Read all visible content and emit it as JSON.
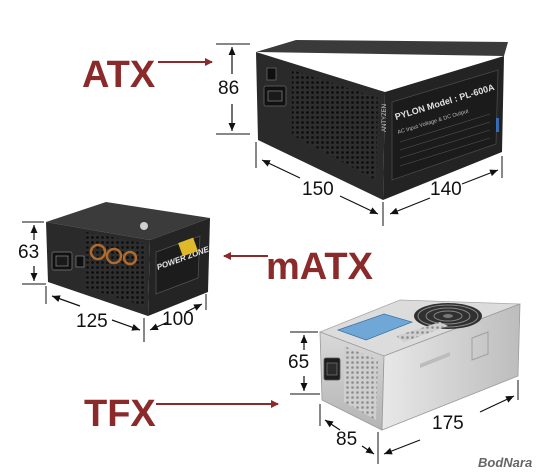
{
  "colors": {
    "label_color": "#8b2a2a",
    "arrow_color": "#8b2a2a",
    "psu_black": "#2b2b2b",
    "psu_silver": "#c9c9c9"
  },
  "units": [
    {
      "type": "ATX",
      "dimensions": {
        "height": "86",
        "width": "150",
        "depth": "140"
      },
      "model_text": "PYLON Model : PL-600A",
      "brand_text": "ANTYZEN",
      "spec_title": "AC Input Voltage & DC Output"
    },
    {
      "type": "mATX",
      "dimensions": {
        "height": "63",
        "width": "125",
        "depth": "100"
      },
      "product_text": "POWER ZONE"
    },
    {
      "type": "TFX",
      "dimensions": {
        "height": "65",
        "width": "85",
        "depth": "175"
      }
    }
  ],
  "watermark": "BodNara"
}
